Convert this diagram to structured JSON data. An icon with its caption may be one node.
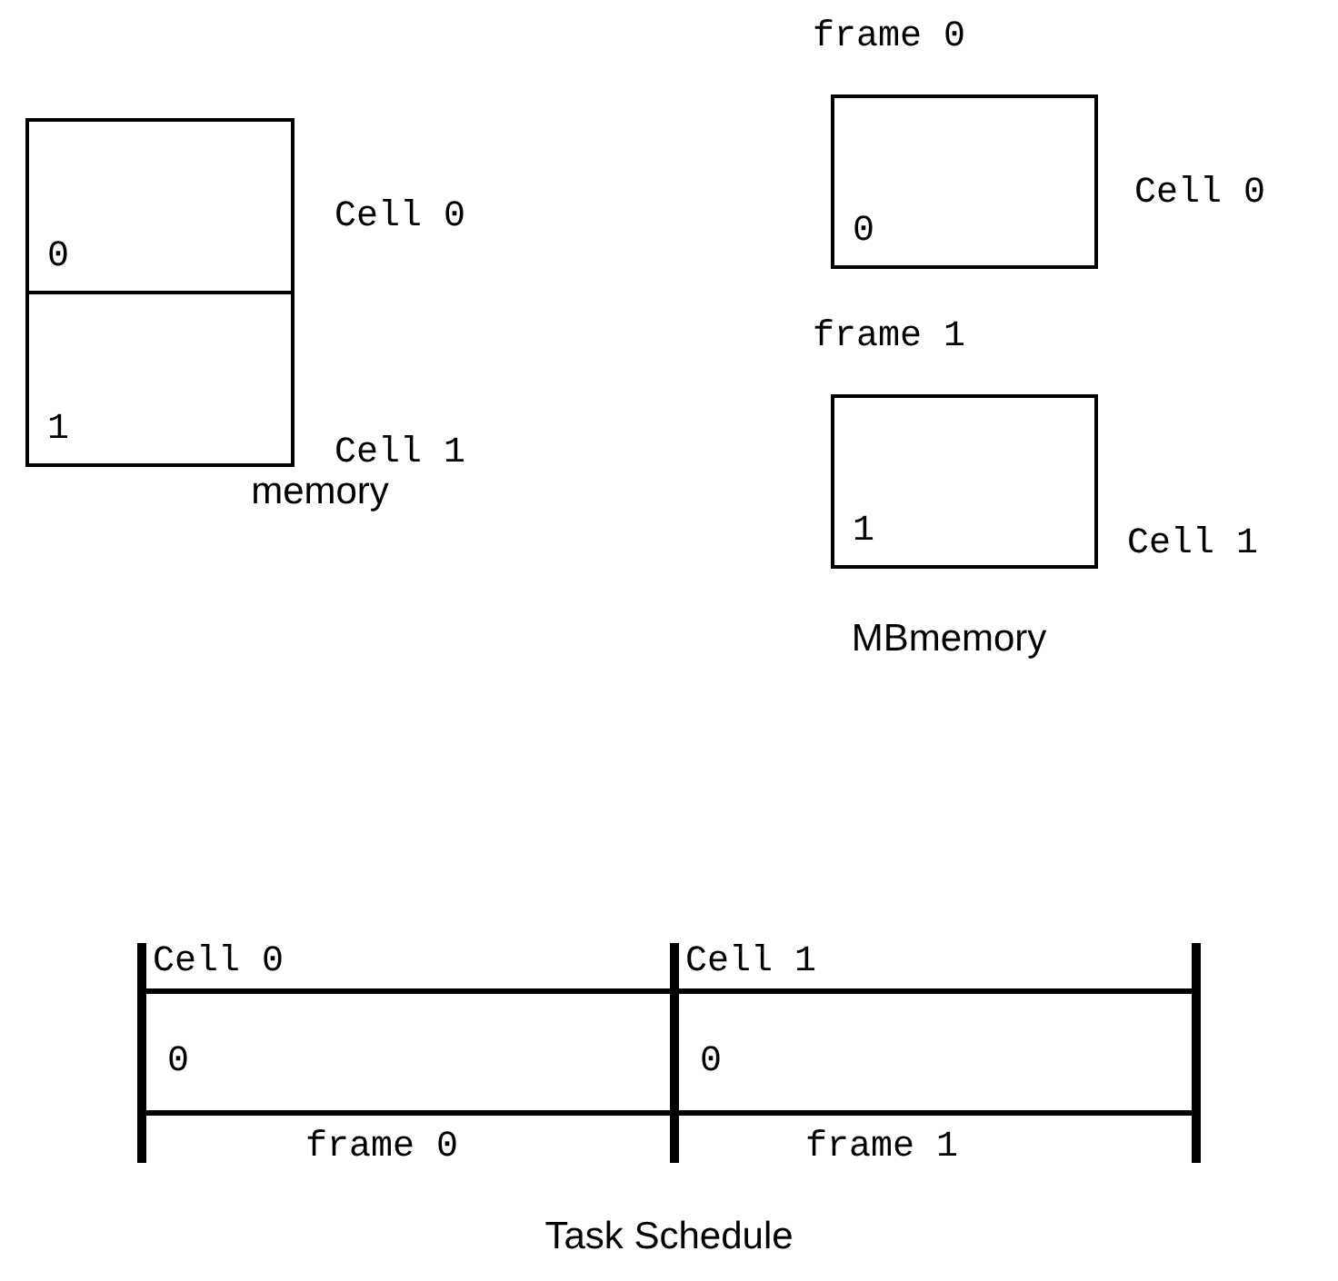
{
  "diagram": {
    "nodes": [
      {
        "text": [
          "0"
        ],
        "beside": [
          "Cell 0"
        ]
      },
      {
        "text": [
          "1"
        ],
        "beside": [
          "Cell 1"
        ]
      },
      {
        "text": [
          "0"
        ],
        "beside": [
          "frame 0",
          "Cell 0"
        ]
      },
      {
        "text": [
          "1"
        ],
        "beside": [
          "frame 1",
          "Cell 1"
        ]
      },
      {
        "text": [
          "Cell 0",
          "0"
        ],
        "beside": [
          "frame 0"
        ]
      },
      {
        "text": [
          "Cell 1",
          "0"
        ],
        "beside": [
          "frame 1"
        ]
      }
    ],
    "labels": [
      "memory",
      "MBmemory",
      "Task Schedule"
    ]
  }
}
